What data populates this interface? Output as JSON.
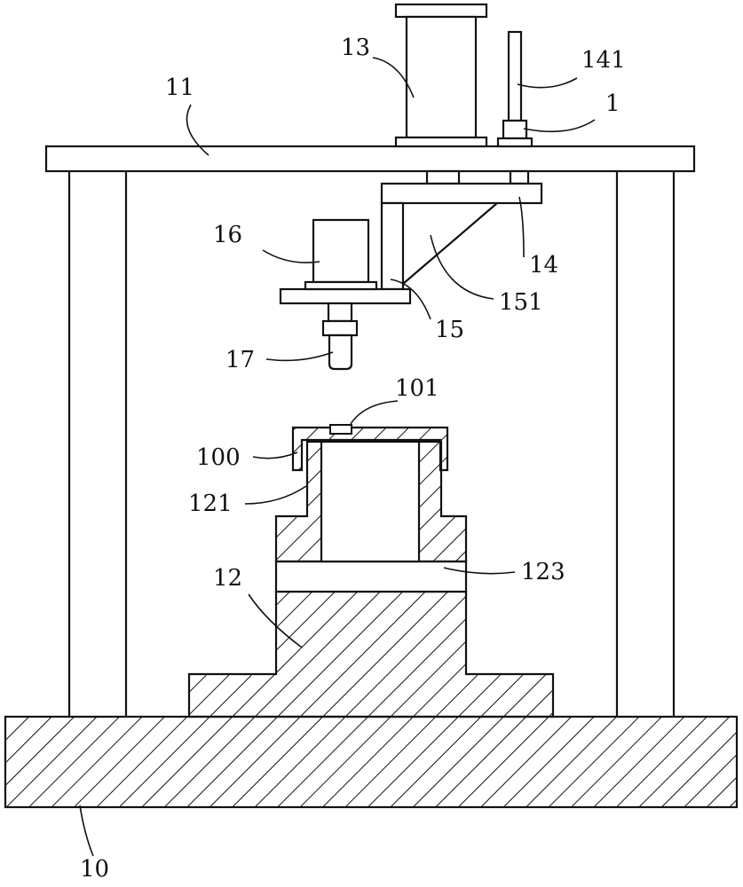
{
  "colors": {
    "line": "#111111",
    "background": "#ffffff"
  },
  "labels": {
    "l10": "10",
    "l11": "11",
    "l12": "12",
    "l13": "13",
    "l141": "141",
    "l1": "1",
    "l14": "14",
    "l15": "15",
    "l151": "151",
    "l16": "16",
    "l17": "17",
    "l101": "101",
    "l100": "100",
    "l121": "121",
    "l123": "123"
  }
}
